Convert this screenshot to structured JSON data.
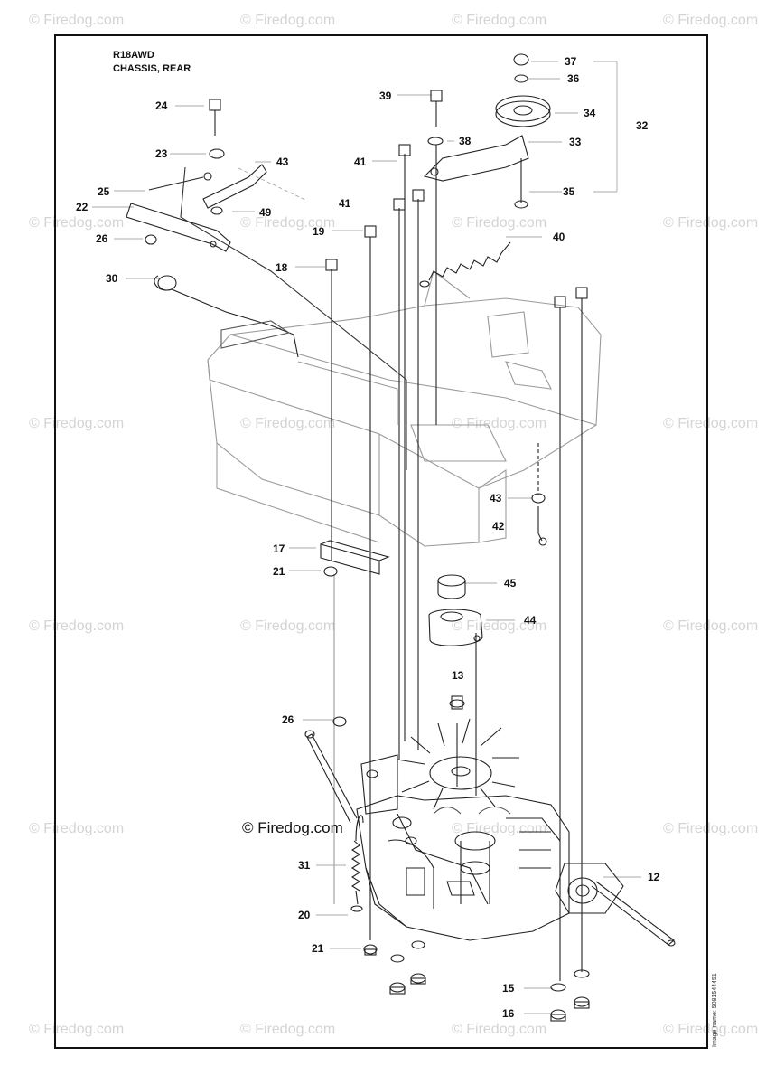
{
  "header": {
    "model": "R18AWD",
    "section": "CHASSIS, REAR"
  },
  "watermark": "© Firedog.com",
  "center_watermark": "© Firedog.com",
  "image_number": "Image name: 5081544451",
  "part_labels": [
    "24",
    "23",
    "43",
    "25",
    "22",
    "49",
    "26",
    "41",
    "19",
    "18",
    "30",
    "17",
    "21",
    "39",
    "38",
    "41",
    "37",
    "36",
    "34",
    "33",
    "32",
    "35",
    "40",
    "43",
    "42",
    "45",
    "44",
    "13",
    "26",
    "31",
    "20",
    "21",
    "12",
    "15",
    "16"
  ]
}
